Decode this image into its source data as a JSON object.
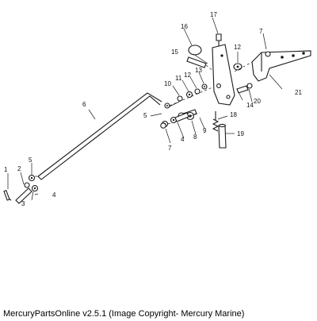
{
  "caption": "MercuryPartsOnline v2.5.1 (Image Copyright- Mercury Marine)",
  "callouts": [
    {
      "id": "1",
      "label": "1"
    },
    {
      "id": "2",
      "label": "2"
    },
    {
      "id": "3",
      "label": "3"
    },
    {
      "id": "4a",
      "label": "4"
    },
    {
      "id": "4b",
      "label": "4"
    },
    {
      "id": "5a",
      "label": "5"
    },
    {
      "id": "5b",
      "label": "5"
    },
    {
      "id": "6",
      "label": "6"
    },
    {
      "id": "7a",
      "label": "7"
    },
    {
      "id": "7b",
      "label": "7"
    },
    {
      "id": "8",
      "label": "8"
    },
    {
      "id": "9",
      "label": "9"
    },
    {
      "id": "10",
      "label": "10"
    },
    {
      "id": "11",
      "label": "11"
    },
    {
      "id": "12a",
      "label": "12"
    },
    {
      "id": "12b",
      "label": "12"
    },
    {
      "id": "13",
      "label": "13"
    },
    {
      "id": "14",
      "label": "14"
    },
    {
      "id": "15",
      "label": "15"
    },
    {
      "id": "16",
      "label": "16"
    },
    {
      "id": "17",
      "label": "17"
    },
    {
      "id": "18",
      "label": "18"
    },
    {
      "id": "19",
      "label": "19"
    },
    {
      "id": "20",
      "label": "20"
    },
    {
      "id": "21",
      "label": "21"
    }
  ]
}
